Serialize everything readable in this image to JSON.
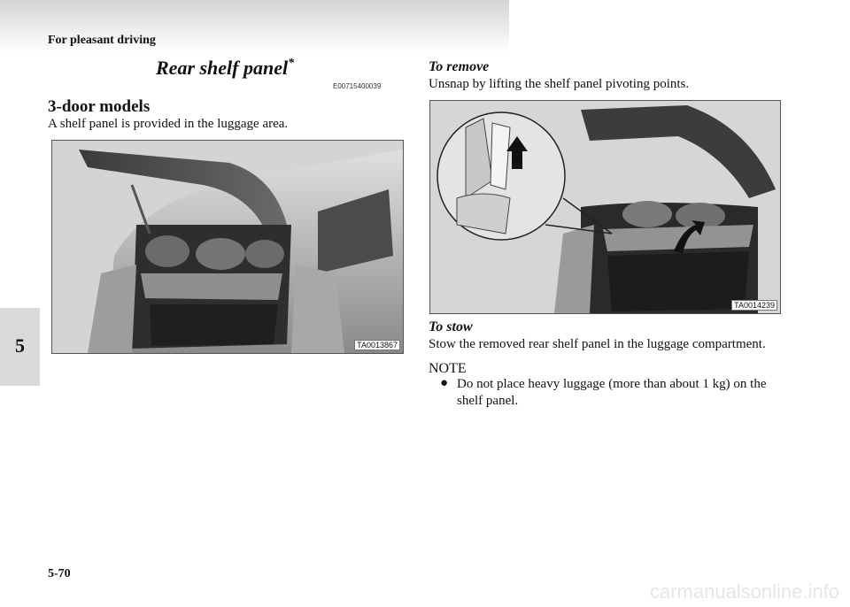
{
  "header": {
    "section": "For pleasant driving"
  },
  "chapter_tab": "5",
  "title": {
    "text": "Rear shelf panel",
    "asterisk": "*",
    "code": "E00715400039"
  },
  "left": {
    "subheading": "3-door models",
    "intro": "A shelf panel is provided in the luggage area.",
    "figure_label": "TA0013867"
  },
  "right": {
    "remove_heading": "To remove",
    "remove_text": "Unsnap by lifting the shelf panel pivoting points.",
    "figure_label": "TA0014239",
    "stow_heading": "To stow",
    "stow_text": "Stow the removed rear shelf panel in the luggage compartment.",
    "note_heading": "NOTE",
    "note_bullet": "●",
    "note_text": "Do not place heavy luggage (more than about 1 kg) on the shelf panel."
  },
  "footer": {
    "page_number": "5-70",
    "watermark": "carmanualsonline.info"
  }
}
